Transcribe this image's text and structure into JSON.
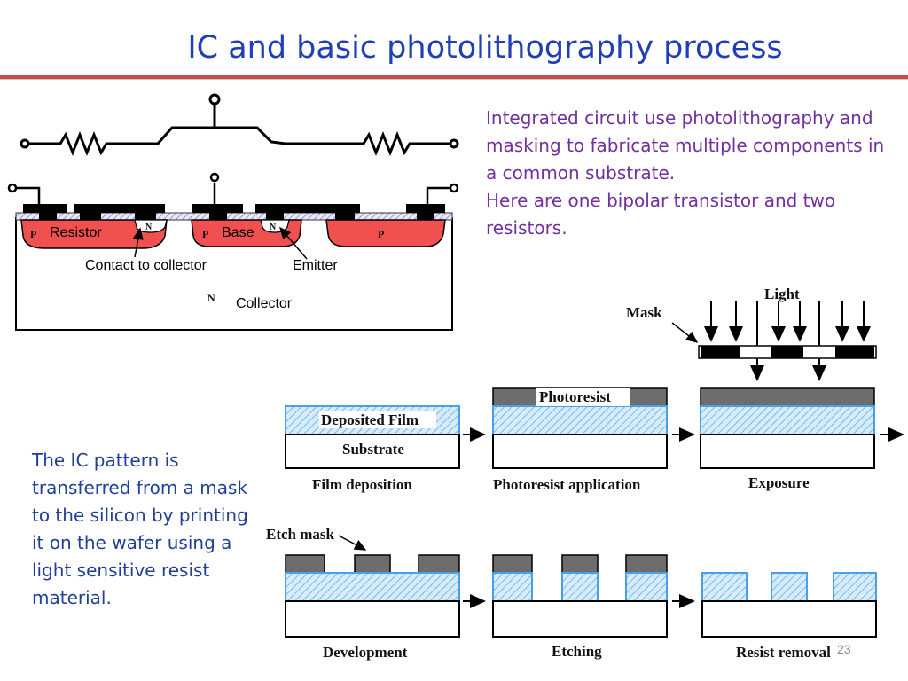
{
  "slide": {
    "title": "IC and basic photolithography process",
    "intro_lines": [
      "Integrated circuit use photolithography and",
      "masking to fabricate multiple components in",
      "a common substrate.",
      "Here are one bipolar transistor and two",
      "resistors."
    ],
    "left_lines": [
      "The IC pattern is",
      "transferred from a mask",
      "to the silicon by printing",
      "it on the wafer using a",
      "light sensitive resist",
      "material."
    ],
    "page_number": "23"
  },
  "ic_diagram": {
    "label_resistor": "Resistor",
    "label_base": "Base",
    "label_contact": "Contact to collector",
    "label_emitter": "Emitter",
    "label_collector": "Collector",
    "region_p1": "P",
    "region_p2": "P",
    "region_p3": "P",
    "region_n1": "N",
    "region_n2": "N",
    "region_n_sub": "N"
  },
  "process": {
    "light": "Light",
    "mask": "Mask",
    "deposited_film": "Deposited Film",
    "substrate": "Substrate",
    "photoresist": "Photoresist",
    "etch_mask": "Etch mask",
    "step1": "Film deposition",
    "step2": "Photoresist application",
    "step3": "Exposure",
    "step4": "Development",
    "step5": "Etching",
    "step6": "Resist removal"
  },
  "colors": {
    "title": "#1f3fb5",
    "accent_rule": "#c0504d",
    "p_region": "#f05050",
    "film": "#79b8ea",
    "resist": "#6d6d6d"
  }
}
